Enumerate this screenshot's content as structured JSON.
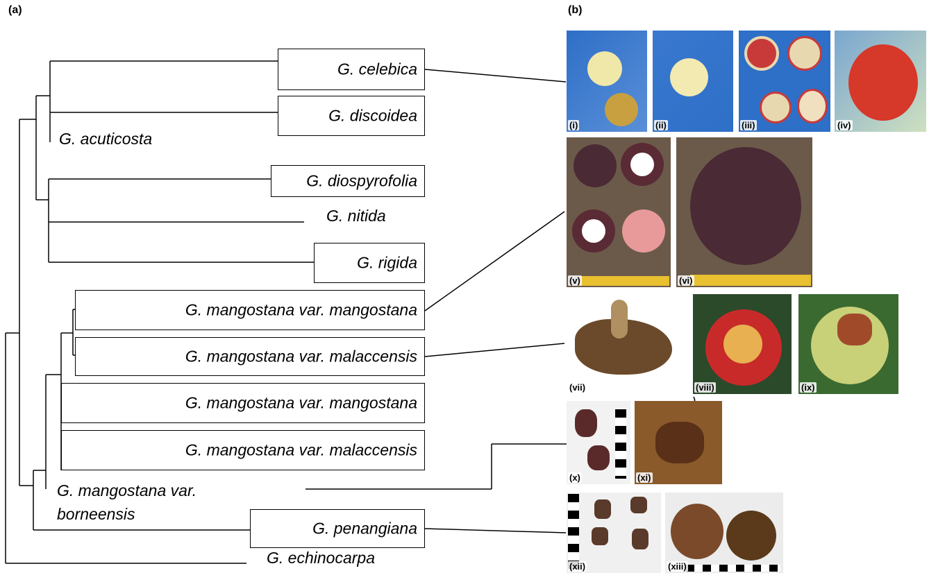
{
  "panels": {
    "a": "(a)",
    "b": "(b)"
  },
  "taxa": {
    "celebica": "G. celebica",
    "discoidea": "G. discoidea",
    "acuticosta": "G. acuticosta",
    "diospyrofolia": "G. diospyrofolia",
    "nitida": "G. nitida",
    "rigida": "G. rigida",
    "mangostana_1": "G. mangostana var. mangostana",
    "malaccensis_1": "G. mangostana var. malaccensis",
    "mangostana_2": "G. mangostana var. mangostana",
    "malaccensis_2": "G. mangostana var. malaccensis",
    "borneensis_line1": "G. mangostana var.",
    "borneensis_line2": "borneensis",
    "penangiana": "G. penangiana",
    "echinocarpa": "G. echinocarpa"
  },
  "photo_tags": [
    "(i)",
    "(ii)",
    "(iii)",
    "(iv)",
    "(v)",
    "(vi)",
    "(vii)",
    "(viii)",
    "(ix)",
    "(x)",
    "(xi)",
    "(xii)",
    "(xiii)"
  ],
  "photo_extra": {
    "viii_suffix": ")"
  },
  "colors": {
    "sky": "#2e6fc7",
    "leaf": "#4a7a2e",
    "purple": "#4a2a35",
    "wood": "#6b5a4a",
    "red": "#d6382a"
  }
}
